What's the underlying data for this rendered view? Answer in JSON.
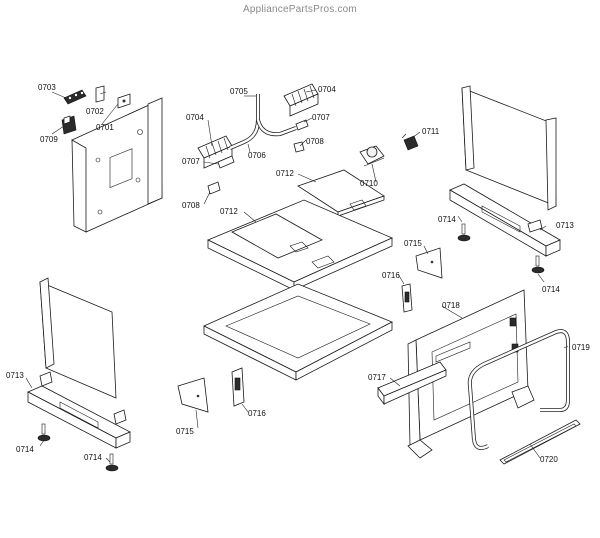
{
  "watermark": "AppliancePartsPros.com",
  "labels": {
    "p0701": "0701",
    "p0702": "0702",
    "p0703": "0703",
    "p0704a": "0704",
    "p0704b": "0704",
    "p0705": "0705",
    "p0706": "0706",
    "p0707a": "0707",
    "p0707b": "0707",
    "p0708a": "0708",
    "p0708b": "0708",
    "p0709": "0709",
    "p0710": "0710",
    "p0711": "0711",
    "p0712a": "0712",
    "p0712b": "0712",
    "p0713a": "0713",
    "p0713b": "0713",
    "p0714a": "0714",
    "p0714b": "0714",
    "p0714c": "0714",
    "p0714d": "0714",
    "p0715a": "0715",
    "p0715b": "0715",
    "p0716a": "0716",
    "p0716b": "0716",
    "p0717": "0717",
    "p0718": "0718",
    "p0719": "0719",
    "p0720": "0720"
  }
}
